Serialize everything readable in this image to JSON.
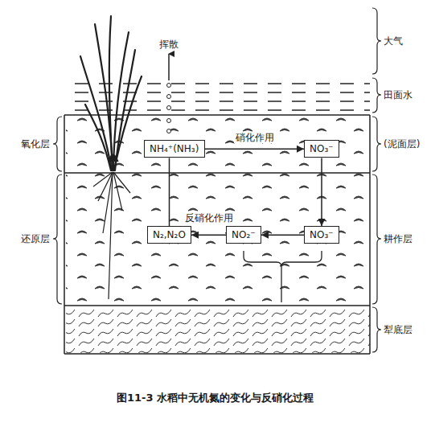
{
  "diagram": {
    "caption": "图11-3  水稻中无机氮的变化与反硝化过程",
    "nodes": [
      {
        "text": [
          "NH₄⁺(NH₃)"
        ]
      },
      {
        "text": [
          "NO₃⁻"
        ]
      },
      {
        "text": [
          "N₂,N₂O"
        ]
      },
      {
        "text": [
          "NO₂⁻"
        ]
      },
      {
        "text": [
          "NO₃⁻"
        ]
      }
    ],
    "edges": [
      {
        "from": 0,
        "to": 1,
        "arrow": "to",
        "label": "硝化作用"
      },
      {
        "from": 1,
        "to": 4,
        "arrow": "to"
      },
      {
        "from": 4,
        "to": 3,
        "arrow": "to"
      },
      {
        "from": 3,
        "to": 2,
        "arrow": "to",
        "label": "反硝化作用"
      },
      {
        "from": 2,
        "to": 0,
        "arrow": "none"
      }
    ],
    "labels": [
      "挥散",
      "大气",
      "田面水",
      "氧化层",
      "(泥面层)",
      "还原层",
      "耕作层",
      "犁底层"
    ]
  }
}
